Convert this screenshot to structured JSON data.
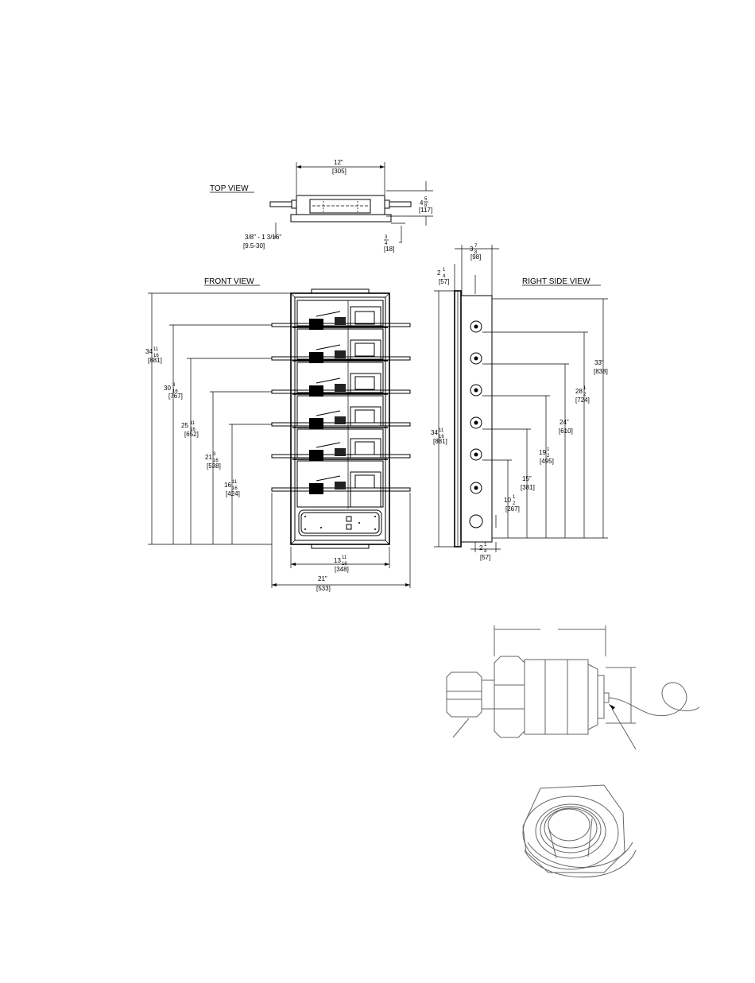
{
  "views": {
    "top": "TOP VIEW",
    "front": "FRONT VIEW",
    "side": "RIGHT SIDE VIEW"
  },
  "top_dims": {
    "width_in": "12\"",
    "width_mm": "[305]",
    "depth_whole": "4",
    "depth_num": "5",
    "depth_den": "8",
    "depth_mm": "[117]",
    "mount_left": "3/8\" - 1 3/16\"",
    "mount_left_mm": "[9.5-30]",
    "flange_num": "3",
    "flange_den": "4",
    "flange_mm": "[18]"
  },
  "front_dims": {
    "h1_whole": "34",
    "h1_num": "11",
    "h1_den": "16",
    "h1_mm": "[881]",
    "h2_whole": "30",
    "h2_num": "3",
    "h2_den": "16",
    "h2_mm": "[767]",
    "h3_whole": "25",
    "h3_num": "11",
    "h3_den": "16",
    "h3_mm": "[652]",
    "h4_whole": "21",
    "h4_num": "3",
    "h4_den": "16",
    "h4_mm": "[538]",
    "h5_whole": "16",
    "h5_num": "11",
    "h5_den": "16",
    "h5_mm": "[424]",
    "w1_whole": "13",
    "w1_num": "11",
    "w1_den": "16",
    "w1_mm": "[348]",
    "w2": "21\"",
    "w2_mm": "[533]"
  },
  "side_dims": {
    "top_whole": "3",
    "top_num": "7",
    "top_den": "8",
    "top_mm": "[98]",
    "off_whole": "2",
    "off_num": "1",
    "off_den": "4",
    "off_mm": "[57]",
    "h_whole": "34",
    "h_num": "11",
    "h_den": "16",
    "h_mm": "[881]",
    "d1": "33\"",
    "d1_mm": "[838]",
    "d2_whole": "28",
    "d2_num": "1",
    "d2_den": "2",
    "d2_mm": "[724]",
    "d3": "24\"",
    "d3_mm": "[610]",
    "d4_whole": "19",
    "d4_num": "1",
    "d4_den": "2",
    "d4_mm": "[495]",
    "d5": "15\"",
    "d5_mm": "[381]",
    "d6_whole": "10",
    "d6_num": "1",
    "d6_den": "2",
    "d6_mm": "[267]",
    "bot_whole": "2",
    "bot_num": "1",
    "bot_den": "4",
    "bot_mm": "[57]"
  }
}
